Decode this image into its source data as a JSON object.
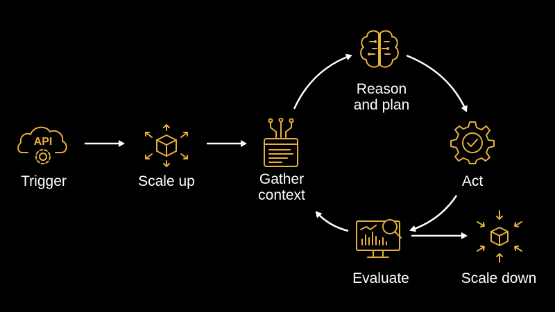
{
  "colors": {
    "background": "#000000",
    "icon_accent": "#e8b23a",
    "text": "#ffffff",
    "arrow": "#ffffff"
  },
  "nodes": {
    "trigger": {
      "label": "Trigger",
      "icon": "api-cloud-gear-icon",
      "icon_text": "API"
    },
    "scale_up": {
      "label": "Scale up",
      "icon": "cube-expand-icon"
    },
    "gather_context": {
      "label_line1": "Gather",
      "label_line2": "context",
      "icon": "code-window-icon"
    },
    "reason_and_plan": {
      "label_line1": "Reason",
      "label_line2": "and plan",
      "icon": "brain-circuit-icon"
    },
    "act": {
      "label": "Act",
      "icon": "gear-check-icon"
    },
    "evaluate": {
      "label": "Evaluate",
      "icon": "monitor-chart-magnifier-icon"
    },
    "scale_down": {
      "label": "Scale down",
      "icon": "cube-contract-icon"
    }
  },
  "edges": [
    {
      "from": "Trigger",
      "to": "Scale up"
    },
    {
      "from": "Scale up",
      "to": "Gather context"
    },
    {
      "from": "Gather context",
      "to": "Reason and plan"
    },
    {
      "from": "Reason and plan",
      "to": "Act"
    },
    {
      "from": "Act",
      "to": "Evaluate"
    },
    {
      "from": "Evaluate",
      "to": "Gather context"
    },
    {
      "from": "Evaluate",
      "to": "Scale down"
    }
  ]
}
